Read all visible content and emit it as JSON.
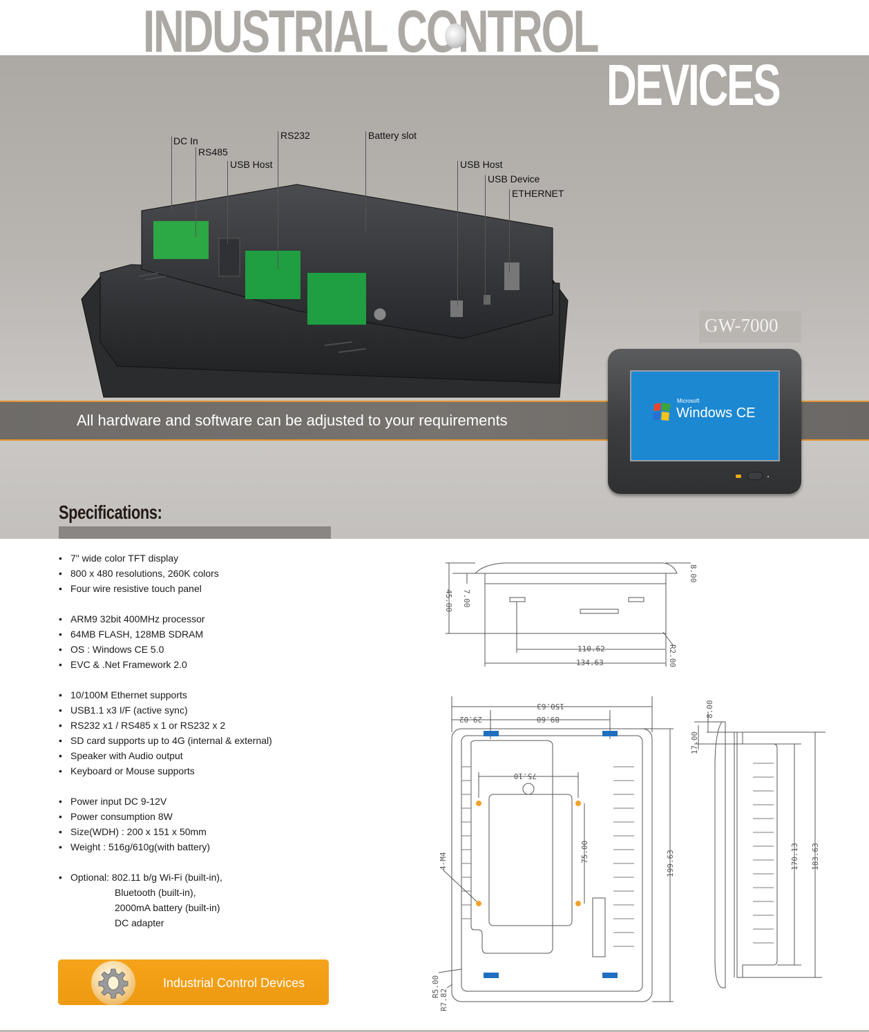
{
  "header": {
    "title_line1": "INDUSTRIAL CONTROL",
    "title_line2": "DEVICES"
  },
  "hero": {
    "callouts_left": [
      "DC In",
      "RS485",
      "USB Host",
      "RS232",
      "Battery slot"
    ],
    "callouts_right": [
      "USB Host",
      "USB Device",
      "ETHERNET"
    ],
    "banner_text": "All hardware and software can be adjusted to your requirements",
    "model": "GW-7000",
    "screen_brand": "Microsoft",
    "screen_os": "Windows CE"
  },
  "specifications": {
    "title": "Specifications:",
    "bullet": "•",
    "groups": [
      [
        "7\" wide color TFT display",
        "800 x 480 resolutions, 260K colors",
        "Four wire resistive touch panel"
      ],
      [
        "ARM9 32bit 400MHz processor",
        "64MB FLASH, 128MB SDRAM",
        "OS : Windows CE 5.0",
        "EVC & .Net Framework 2.0"
      ],
      [
        "10/100M Ethernet supports",
        "USB1.1 x3  I/F (active sync)",
        "RS232 x1 / RS485 x 1  or  RS232 x 2",
        "SD card supports up to 4G (internal & external)",
        "Speaker with Audio output",
        "Keyboard or Mouse supports"
      ],
      [
        "Power input DC 9-12V",
        "Power consumption 8W",
        "Size(WDH) : 200 x 151 x 50mm",
        "Weight : 516g/610g(with battery)"
      ]
    ],
    "optional": {
      "label": "Optional: 802.11 b/g Wi-Fi (built-in),",
      "lines": [
        "Bluetooth (built-in),",
        "2000mA battery (built-in)",
        "DC  adapter"
      ]
    }
  },
  "footer": {
    "button_label": "Industrial Control Devices",
    "icon": "gear-icon"
  },
  "drawings": {
    "top_view": {
      "d_45": "45.00",
      "d_7": "7.00",
      "d_8": "8.00",
      "d_110": "110.62",
      "d_134": "134.63",
      "r_2": "R2.00"
    },
    "front_view": {
      "d_150": "150.63",
      "d_29": "29.02",
      "d_89": "89.60",
      "d_75h": "75.10",
      "d_75v": "75.00",
      "d_199": "199.63",
      "m4": "4-M4",
      "r5": "R5.00",
      "r7": "R7.82"
    },
    "side_view": {
      "d_8": "8.00",
      "d_17": "17.00",
      "d_170": "170.13",
      "d_183": "183.63"
    }
  },
  "colors": {
    "accent_orange": "#f5a31a",
    "hero_gray": "#aca8a4",
    "screen_blue": "#1d88d2",
    "mount_orange": "#f0a22a",
    "clip_blue": "#1f6fc0"
  }
}
